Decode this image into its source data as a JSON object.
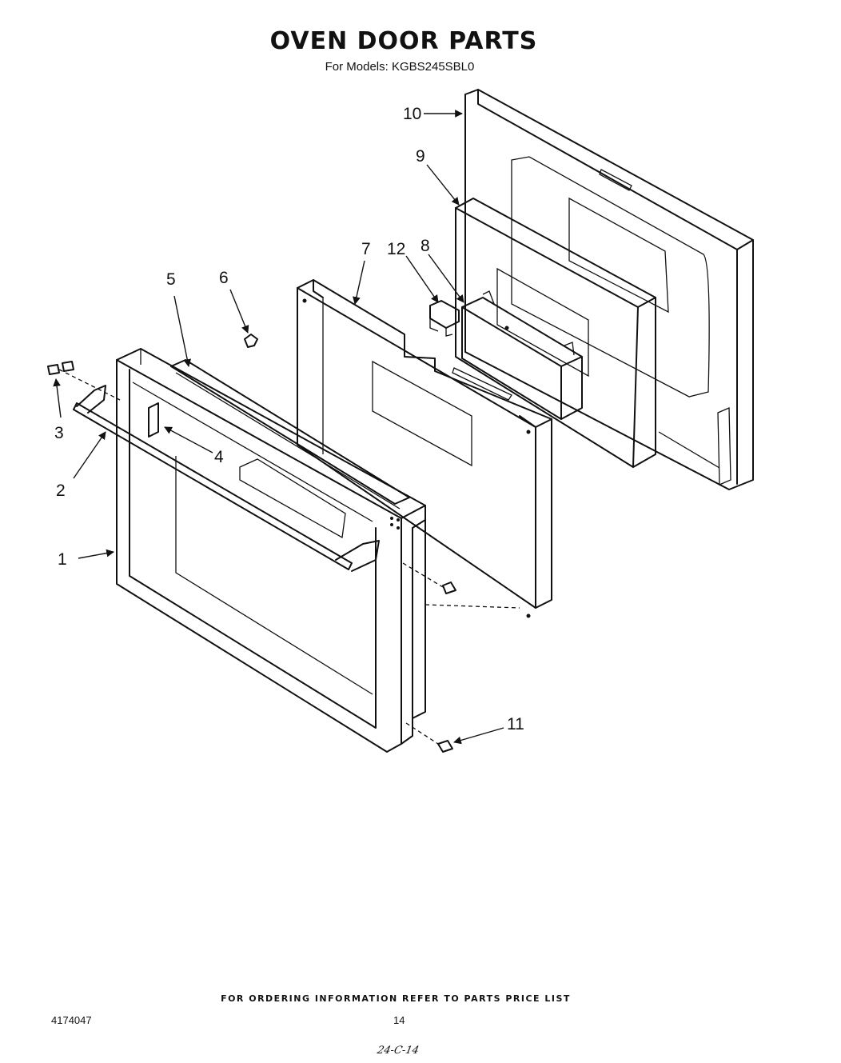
{
  "header": {
    "title": "OVEN DOOR PARTS",
    "subtitle": "For Models: KGBS245SBL0"
  },
  "callouts": {
    "c1": "1",
    "c2": "2",
    "c3": "3",
    "c4": "4",
    "c5": "5",
    "c6": "6",
    "c7": "7",
    "c8": "8",
    "c9": "9",
    "c10": "10",
    "c11": "11",
    "c12": "12"
  },
  "footer": {
    "ordering_note": "FOR ORDERING INFORMATION REFER TO PARTS PRICE LIST",
    "document_number": "4174047",
    "page_number": "14",
    "handwritten_note": "24-C-14"
  }
}
